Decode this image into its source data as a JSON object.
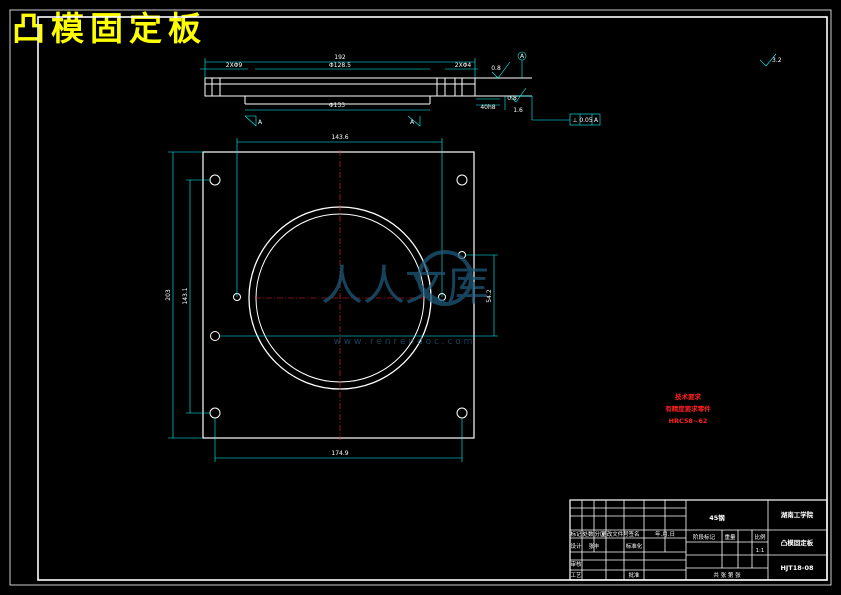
{
  "drawing": {
    "title": "凸模固定板",
    "colors": {
      "background": "#000000",
      "outline": "#ffffff",
      "dimension": "#00ffff",
      "centerline": "#ff2020",
      "title_text": "#ffff00",
      "watermark": "#1e5a7a"
    }
  },
  "section_view": {
    "overall_width": "192",
    "bore_top": "Φ128.5",
    "bore_bottom": "Φ133",
    "hole_left": "2XΦ9",
    "hole_right": "2XΦ4",
    "thickness": "40h8",
    "flatness": "0.8",
    "roughness_top": "0.8",
    "datum": "A",
    "perpendicularity_tol": "0.05",
    "perpendicularity_datum": "A",
    "side_dim": "1.6",
    "section_left": "A",
    "section_right": "A"
  },
  "plan_view": {
    "top_hole_spacing": "143.6",
    "bottom_width": "174.9",
    "overall_height": "203",
    "hole_spacing_v": "143.1",
    "right_offset": "54.2",
    "general_roughness": "3.2"
  },
  "notes": {
    "heading": "技术要求",
    "line1": "有精度要求零件",
    "line2": "HRC58~62"
  },
  "watermark": {
    "brand": "人人文库",
    "url": "w w w . r e n r e n d o c . c o m"
  },
  "title_block": {
    "material": "45钢",
    "school": "湖南工学院",
    "part_name": "凸模固定板",
    "drawing_no": "HJT18-08",
    "scale": "1:1",
    "row1": [
      "标记",
      "处数",
      "分区",
      "更改文件号",
      "签名",
      "年.月.日"
    ],
    "row2": [
      "设计",
      "张丰",
      "标准化"
    ],
    "row3": [
      "审核",
      ""
    ],
    "row4": [
      "工艺",
      "",
      "批准"
    ],
    "stage_label": "阶段标记",
    "weight_label": "重量",
    "scale_label": "比例",
    "sheet_label": "共  张  第  张"
  }
}
